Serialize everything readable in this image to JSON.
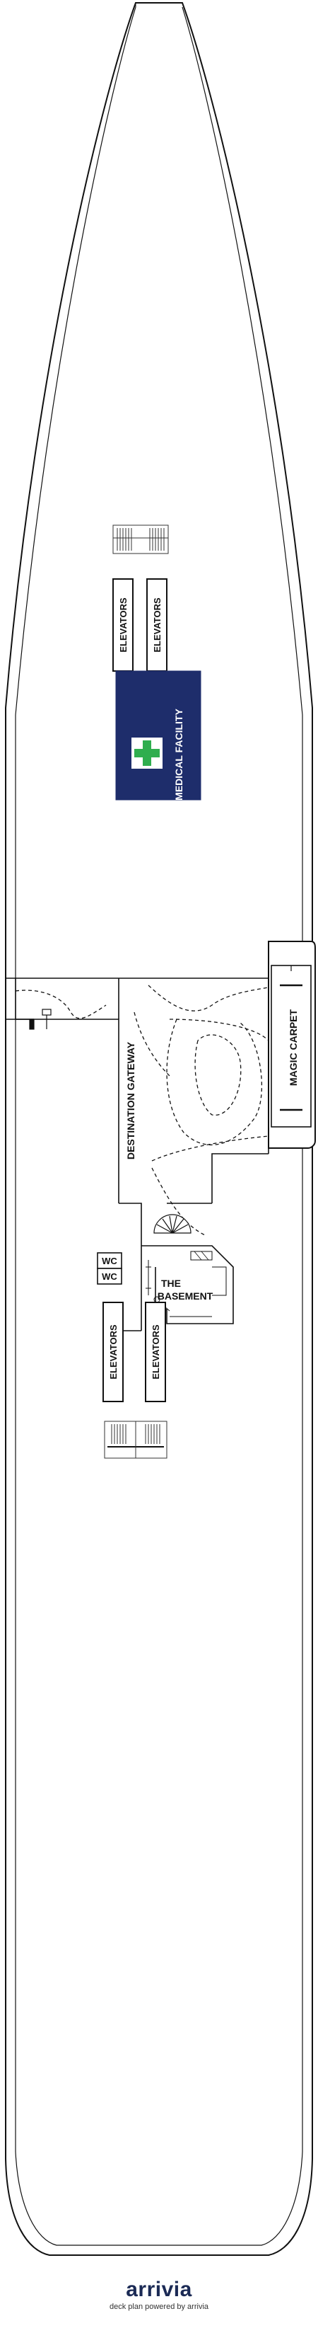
{
  "labels": {
    "elevators": "ELEVATORS",
    "medical_facility": "MEDICAL FACILITY",
    "magic_carpet": "MAGIC CARPET",
    "destination_gateway": "DESTINATION GATEWAY",
    "wc": "WC",
    "the_basement_line1": "THE",
    "the_basement_line2": "BASEMENT"
  },
  "icons": {
    "medical": "green-cross-icon",
    "stairs": "stairs-icon",
    "spiral_stairs": "spiral-staircase-icon"
  },
  "colors": {
    "medical_fill": "#1e2d6b",
    "medical_cross": "#2fae4e",
    "outline": "#111111",
    "brand": "#1b2a55",
    "brand_accent": "#2aa8c9"
  },
  "footer": {
    "brand": "arrivia",
    "powered_by": "deck plan powered by arrivia"
  }
}
